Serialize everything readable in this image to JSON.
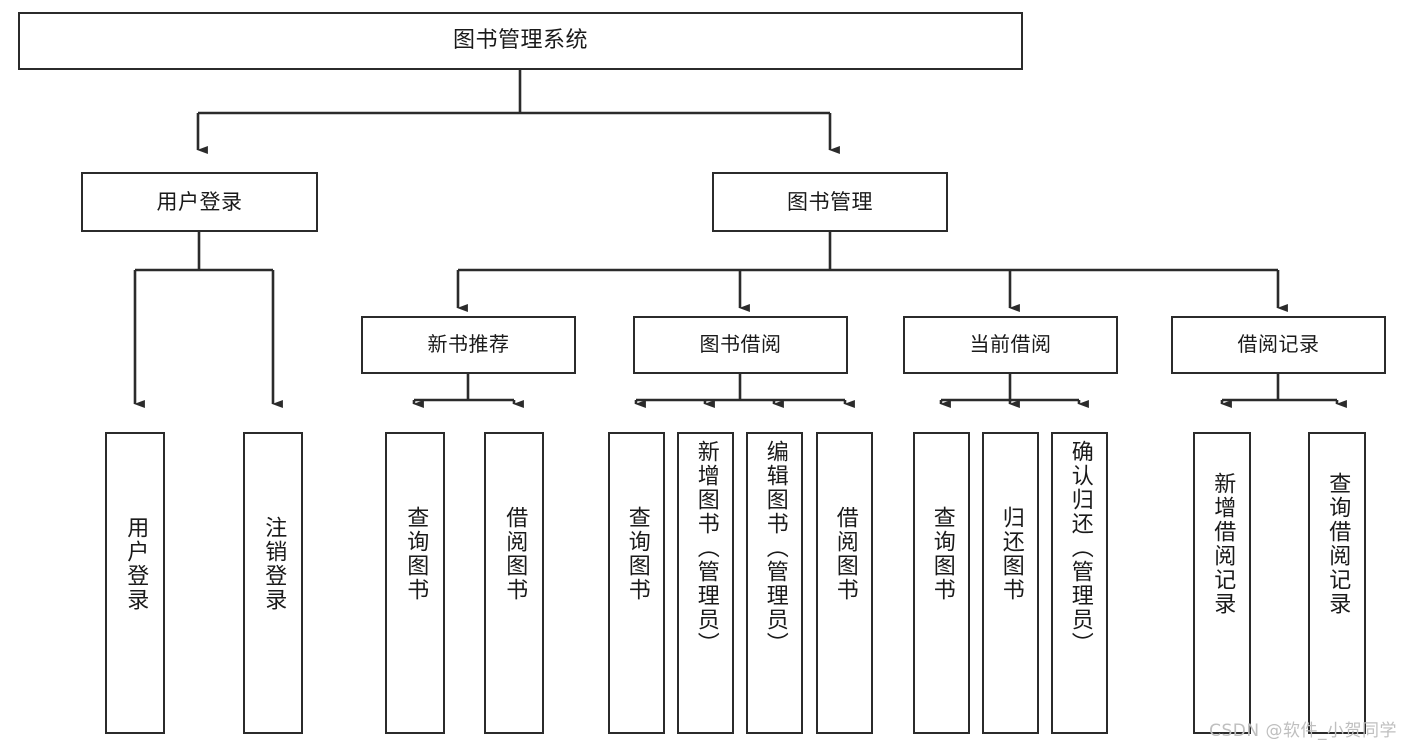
{
  "diagram": {
    "title": "图书管理系统",
    "type": "tree",
    "root": {
      "label": "图书管理系统"
    },
    "level1": [
      {
        "id": "user-login",
        "label": "用户登录"
      },
      {
        "id": "book-manage",
        "label": "图书管理"
      }
    ],
    "level2": [
      {
        "id": "new-book-recommend",
        "label": "新书推荐",
        "parent": "book-manage"
      },
      {
        "id": "book-borrow",
        "label": "图书借阅",
        "parent": "book-manage"
      },
      {
        "id": "current-borrow",
        "label": "当前借阅",
        "parent": "book-manage"
      },
      {
        "id": "borrow-record",
        "label": "借阅记录",
        "parent": "book-manage"
      }
    ],
    "leaves": [
      {
        "id": "leaf-user-login",
        "label": "用户登录",
        "parent": "user-login"
      },
      {
        "id": "leaf-logout",
        "label": "注销登录",
        "parent": "user-login"
      },
      {
        "id": "leaf-query-book-1",
        "label": "查询图书",
        "parent": "new-book-recommend"
      },
      {
        "id": "leaf-borrow-book-1",
        "label": "借阅图书",
        "parent": "new-book-recommend"
      },
      {
        "id": "leaf-query-book-2",
        "label": "查询图书",
        "parent": "book-borrow"
      },
      {
        "id": "leaf-add-book",
        "label": "新增图书（管理员）",
        "parent": "book-borrow"
      },
      {
        "id": "leaf-edit-book",
        "label": "编辑图书（管理员）",
        "parent": "book-borrow"
      },
      {
        "id": "leaf-borrow-book-2",
        "label": "借阅图书",
        "parent": "book-borrow"
      },
      {
        "id": "leaf-query-book-3",
        "label": "查询图书",
        "parent": "current-borrow"
      },
      {
        "id": "leaf-return-book",
        "label": "归还图书",
        "parent": "current-borrow"
      },
      {
        "id": "leaf-confirm-return",
        "label": "确认归还（管理员）",
        "parent": "current-borrow"
      },
      {
        "id": "leaf-add-record",
        "label": "新增借阅记录",
        "parent": "borrow-record"
      },
      {
        "id": "leaf-query-record",
        "label": "查询借阅记录",
        "parent": "borrow-record"
      }
    ],
    "colors": {
      "border": "#2b2b2b",
      "background": "#ffffff",
      "text": "#1a1a1a",
      "watermark": "#bfbfbf"
    }
  },
  "watermark": {
    "text": "CSDN @软件_小贺同学"
  }
}
